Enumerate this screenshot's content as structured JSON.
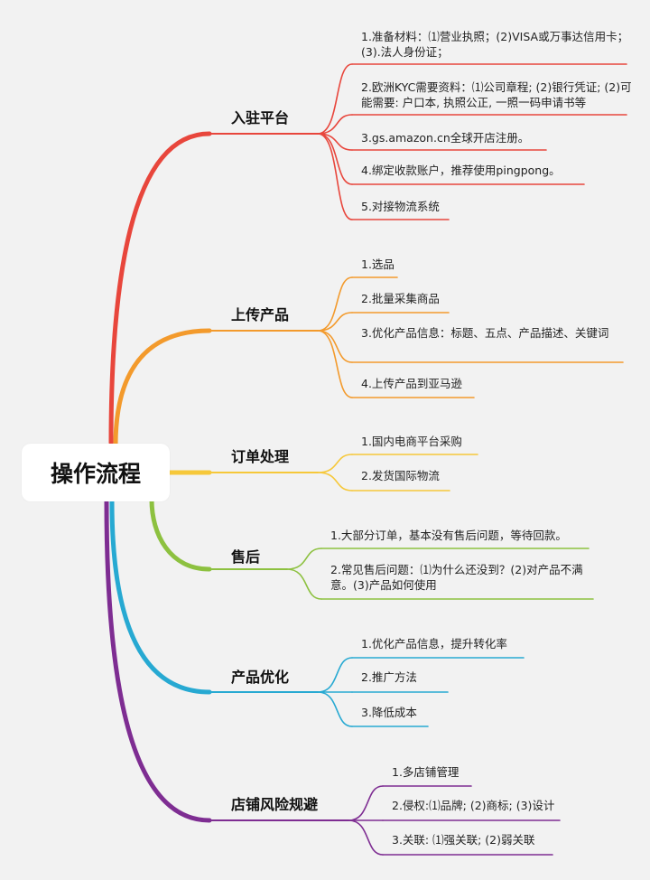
{
  "root": {
    "label": "操作流程"
  },
  "branches": [
    {
      "label": "入驻平台",
      "color": "#e8463c",
      "items": [
        "1.准备材料：⑴营业执照；(2)VISA或万事达信用卡；(3).法人身份证；",
        "2.欧洲KYC需要资料：⑴公司章程; (2)银行凭证; (2)可能需要: 户口本, 执照公正, 一照一码申请书等",
        "3.gs.amazon.cn全球开店注册。",
        "4.绑定收款账户，推荐使用pingpong。",
        "5.对接物流系统"
      ]
    },
    {
      "label": "上传产品",
      "color": "#f39a2c",
      "items": [
        "1.选品",
        "2.批量采集商品",
        "3.优化产品信息：标题、五点、产品描述、关键词",
        "4.上传产品到亚马逊"
      ]
    },
    {
      "label": "订单处理",
      "color": "#f6c83a",
      "items": [
        "1.国内电商平台采购",
        "2.发货国际物流"
      ]
    },
    {
      "label": "售后",
      "color": "#8dc140",
      "items": [
        "1.大部分订单，基本没有售后问题，等待回款。",
        "2.常见售后问题：⑴为什么还没到？(2)对产品不满意。(3)产品如何使用"
      ]
    },
    {
      "label": "产品优化",
      "color": "#27a9d2",
      "items": [
        "1.优化产品信息，提升转化率",
        "2.推广方法",
        "3.降低成本"
      ]
    },
    {
      "label": "店铺风险规避",
      "color": "#7e2d92",
      "items": [
        "1.多店铺管理",
        "2.侵权:⑴品牌; (2)商标; (3)设计",
        "3.关联: ⑴强关联; (2)弱关联"
      ]
    }
  ]
}
